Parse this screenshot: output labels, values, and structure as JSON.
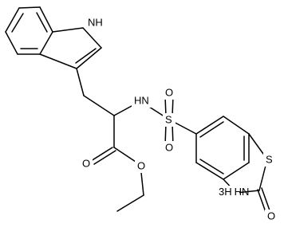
{
  "molecule": {
    "atoms": {
      "indole_nh": "NH",
      "sulfonamide_nh": "HN",
      "sulfur_sulfonyl": "S",
      "oxygen_sulfonyl_left": "O",
      "oxygen_sulfonyl_right": "O",
      "oxygen_carbonyl": "O",
      "oxygen_ester": "O",
      "sulfur_ring": "S",
      "thiazolone_nh": "HN",
      "oxygen_thiazolone": "O",
      "thiazolone_h_prefix": "3H"
    }
  }
}
